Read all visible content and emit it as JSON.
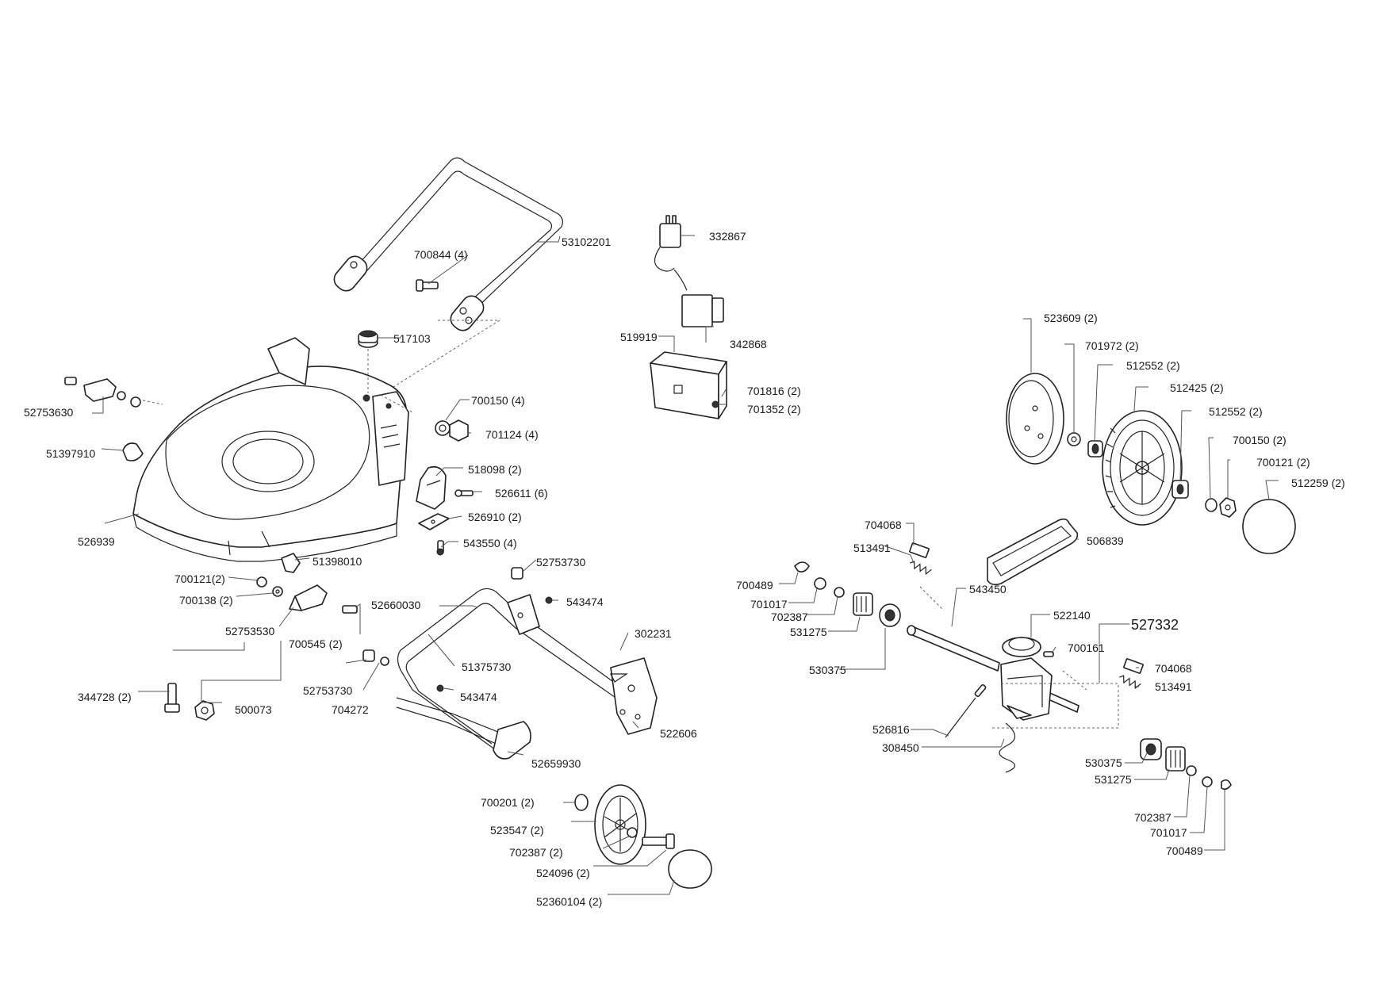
{
  "labels": {
    "p53102201": "53102201",
    "p700844": "700844 (4)",
    "p517103": "517103",
    "p52753630": "52753630",
    "p51397910": "51397910",
    "p700150a": "700150 (4)",
    "p701124": "701124 (4)",
    "p518098": "518098 (2)",
    "p526611": "526611 (6)",
    "p526910": "526910 (2)",
    "p543550": "543550 (4)",
    "p526939": "526939",
    "p51398010": "51398010",
    "p700121a": "700121(2)",
    "p700138": "700138 (2)",
    "p52753530": "52753530",
    "p700545": "700545 (2)",
    "p344728": "344728 (2)",
    "p500073": "500073",
    "p52753730a": "52753730",
    "p704272": "704272",
    "p52753730b": "52753730",
    "p52660030": "52660030",
    "p543474a": "543474",
    "p51375730": "51375730",
    "p543474b": "543474",
    "p302231": "302231",
    "p522606": "522606",
    "p52659930": "52659930",
    "p700201": "700201 (2)",
    "p523547": "523547 (2)",
    "p702387a": "702387 (2)",
    "p524096": "524096 (2)",
    "p52360104": "52360104 (2)",
    "p332867": "332867",
    "p342868": "342868",
    "p519919": "519919",
    "p701816": "701816 (2)",
    "p701352": "701352 (2)",
    "p523609": "523609 (2)",
    "p701972": "701972 (2)",
    "p512552a": "512552 (2)",
    "p512425": "512425 (2)",
    "p512552b": "512552 (2)",
    "p700150b": "700150 (2)",
    "p700121b": "700121 (2)",
    "p512259": "512259 (2)",
    "p704068a": "704068",
    "p513491a": "513491",
    "p506839": "506839",
    "p700489a": "700489",
    "p701017a": "701017",
    "p702387b": "702387",
    "p531275a": "531275",
    "p543450": "543450",
    "p522140": "522140",
    "p527332": "527332",
    "p700161": "700161",
    "p704068b": "704068",
    "p513491b": "513491",
    "p530375a": "530375",
    "p526816": "526816",
    "p308450": "308450",
    "p530375b": "530375",
    "p531275b": "531275",
    "p702387c": "702387",
    "p701017b": "701017",
    "p700489b": "700489"
  }
}
